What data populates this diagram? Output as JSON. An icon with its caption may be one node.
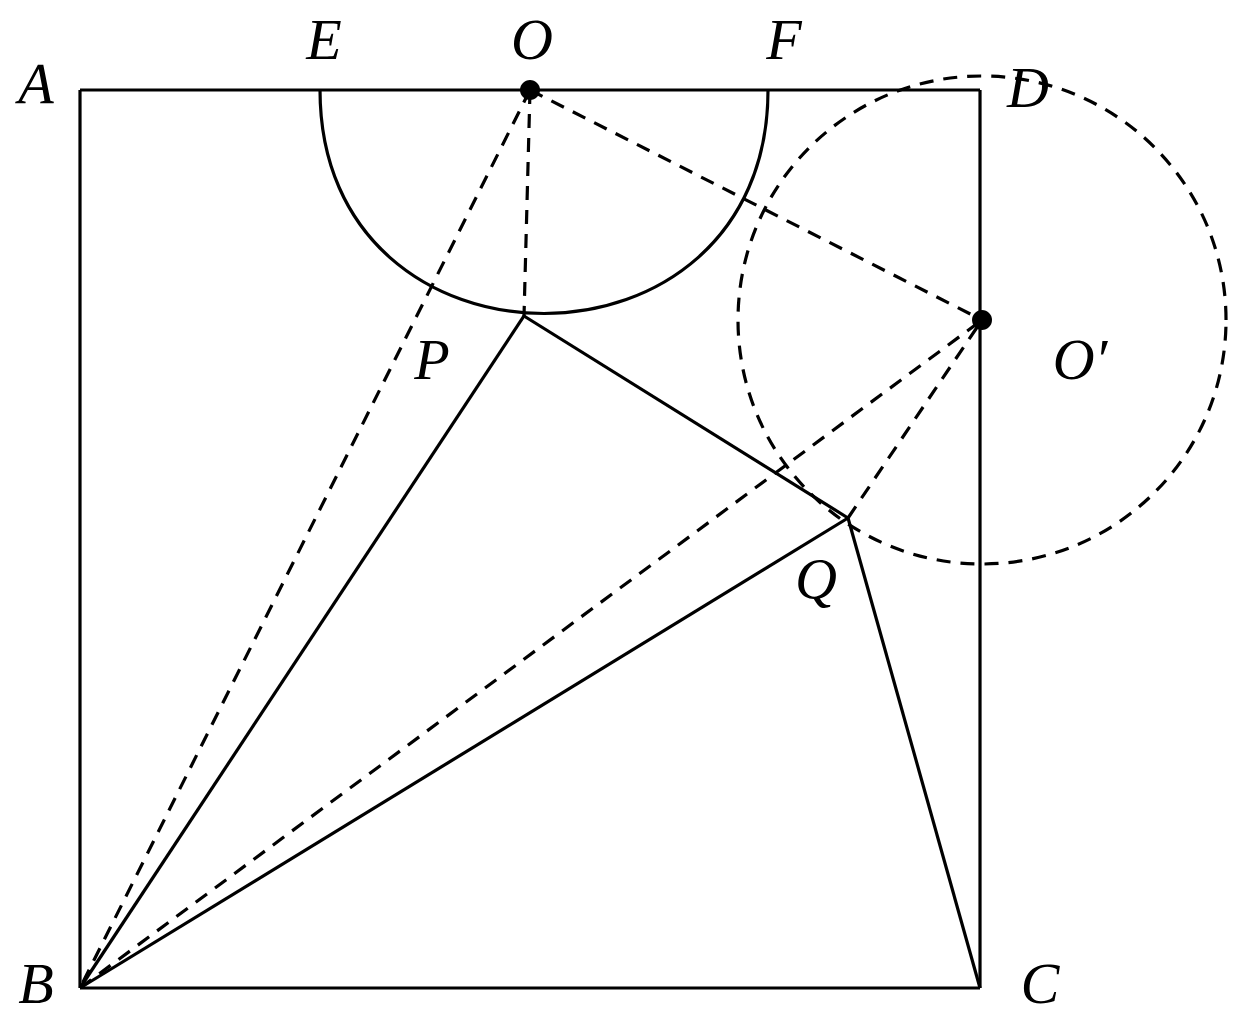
{
  "diagram": {
    "nodes": [
      {
        "text": [
          "A"
        ]
      },
      {
        "text": [
          "B"
        ]
      },
      {
        "text": [
          "C"
        ]
      },
      {
        "text": [
          "D"
        ]
      },
      {
        "text": [
          "E"
        ]
      },
      {
        "text": [
          "O"
        ]
      },
      {
        "text": [
          "F"
        ]
      },
      {
        "text": [
          "P"
        ]
      },
      {
        "text": [
          "Q"
        ]
      },
      {
        "text": [
          "O′"
        ]
      }
    ],
    "edges": [
      {
        "from": 0,
        "to": 3,
        "arrow": "none"
      },
      {
        "from": 0,
        "to": 1,
        "arrow": "none"
      },
      {
        "from": 1,
        "to": 2,
        "arrow": "none"
      },
      {
        "from": 2,
        "to": 3,
        "arrow": "none"
      },
      {
        "from": 4,
        "to": 6,
        "arrow": "none"
      },
      {
        "from": 5,
        "to": 7,
        "arrow": "none",
        "style": "dashed"
      },
      {
        "from": 5,
        "to": 1,
        "arrow": "none",
        "style": "dashed"
      },
      {
        "from": 5,
        "to": 9,
        "arrow": "none",
        "style": "dashed"
      },
      {
        "from": 1,
        "to": 7,
        "arrow": "none"
      },
      {
        "from": 7,
        "to": 8,
        "arrow": "none"
      },
      {
        "from": 1,
        "to": 8,
        "arrow": "none"
      },
      {
        "from": 8,
        "to": 2,
        "arrow": "none"
      },
      {
        "from": 1,
        "to": 9,
        "arrow": "none",
        "style": "dashed"
      },
      {
        "from": 8,
        "to": 9,
        "arrow": "none",
        "style": "dashed"
      }
    ]
  }
}
